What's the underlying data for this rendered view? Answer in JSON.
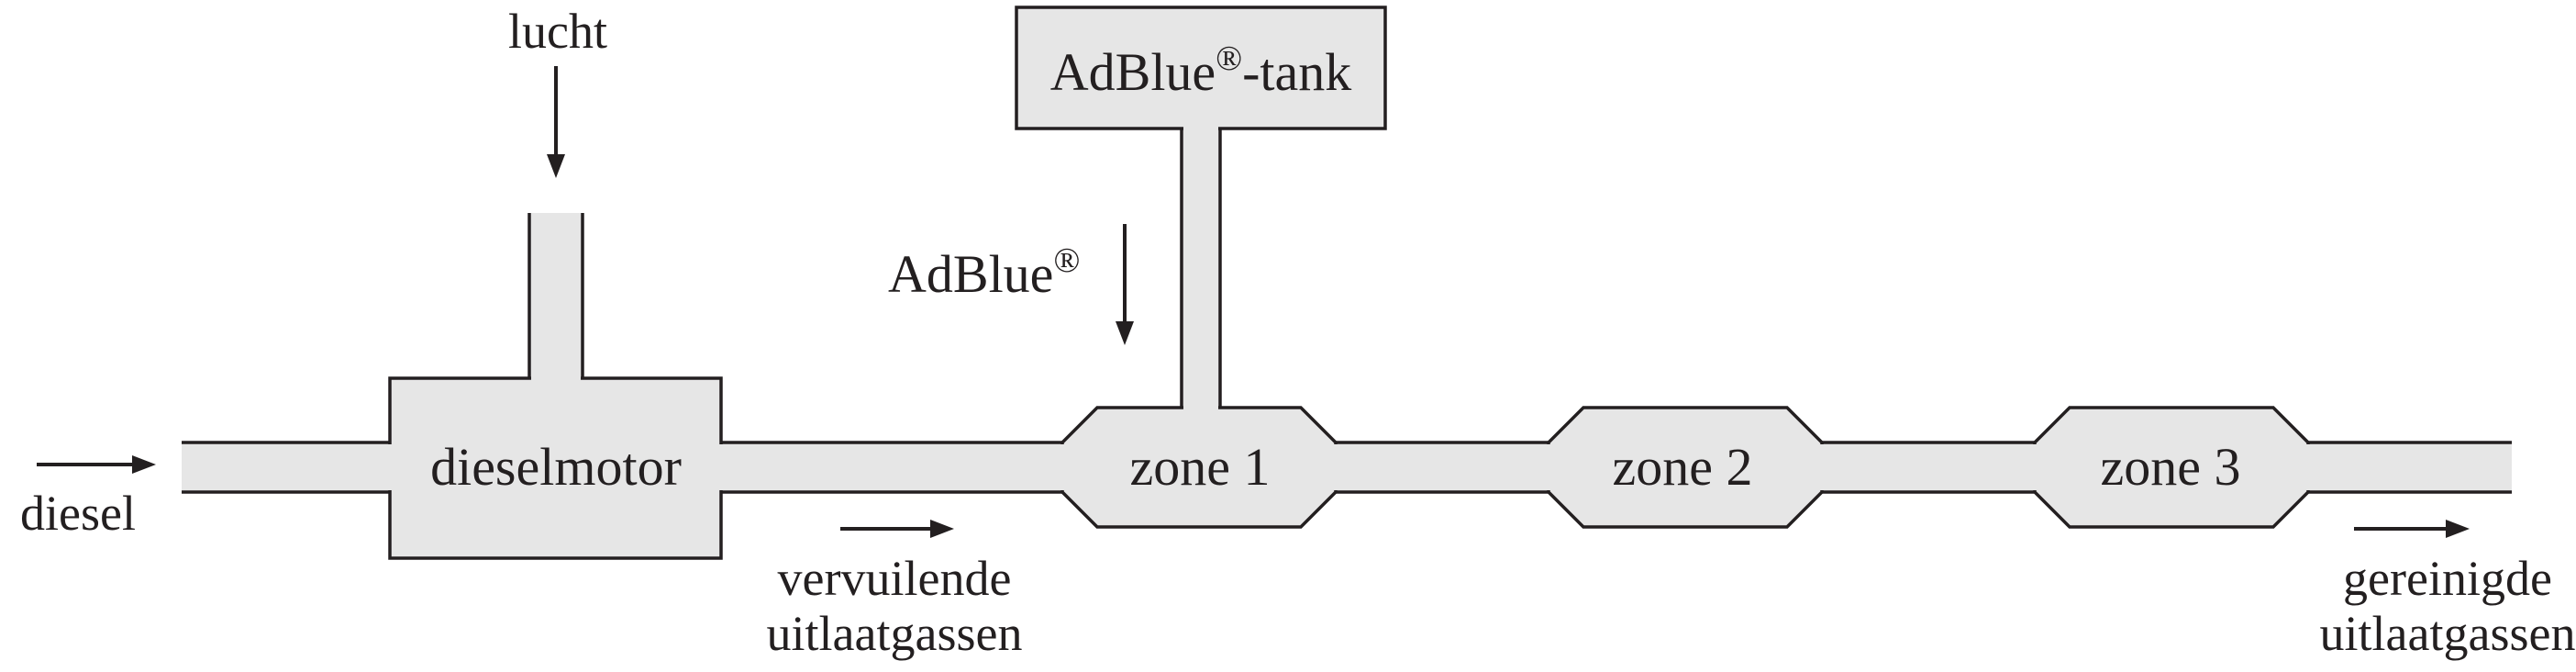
{
  "labels": {
    "diesel": "diesel",
    "lucht": "lucht",
    "dieselmotor": "dieselmotor",
    "tank_main": "AdBlue",
    "tank_reg": "®",
    "tank_suffix": "-tank",
    "adblue_main": "AdBlue",
    "adblue_reg": "®",
    "zone1": "zone 1",
    "zone2": "zone 2",
    "zone3": "zone 3",
    "exhaust_in_line1": "vervuilende",
    "exhaust_in_line2": "uitlaatgassen",
    "exhaust_out_line1": "gereinigde",
    "exhaust_out_line2": "uitlaatgassen"
  },
  "colors": {
    "fill": "#e6e6e6",
    "stroke": "#231f20",
    "background": "#ffffff"
  }
}
